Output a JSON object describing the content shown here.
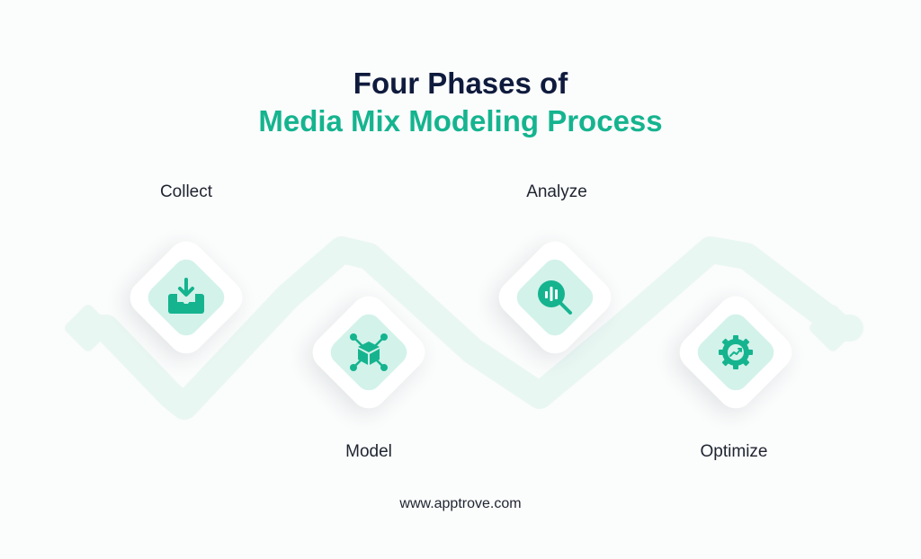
{
  "title": {
    "line1": "Four Phases of",
    "line2": "Media Mix Modeling Process"
  },
  "steps": [
    {
      "label": "Collect",
      "icon": "download-tray-icon"
    },
    {
      "label": "Model",
      "icon": "network-cube-icon"
    },
    {
      "label": "Analyze",
      "icon": "magnifier-chart-icon"
    },
    {
      "label": "Optimize",
      "icon": "gear-growth-icon"
    }
  ],
  "footer": {
    "url": "www.apptrove.com"
  },
  "colors": {
    "heading_dark": "#0f1b3d",
    "accent_green": "#15b48f",
    "path_light": "#e9f7f3",
    "tile_fill": "#d3f2ea",
    "background": "#fbfcfc"
  }
}
